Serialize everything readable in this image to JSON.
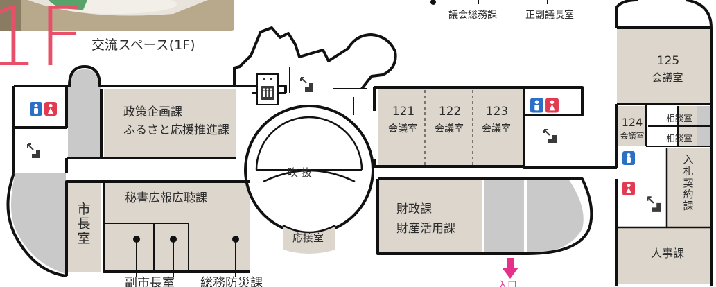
{
  "floor_label": "1F",
  "photo_caption": "交流スペース(1F)",
  "outside_labels": {
    "council_affairs": "議会総務課",
    "vice_speaker": "正副議長室",
    "deputy_mayor": "副市長室",
    "general_affairs": "総務防災課",
    "arrow_label": "入口"
  },
  "rooms": {
    "policy_line1": "政策企画課",
    "policy_line2": "ふるさと応援推進課",
    "secretary": "秘書広報広聴課",
    "mayor": "市長室",
    "atrium": "吹 抜",
    "reception": "応接室",
    "finance_line1": "財政課",
    "finance_line2": "財産活用課",
    "mtg121_num": "121",
    "mtg122_num": "122",
    "mtg123_num": "123",
    "mtg124_num": "124",
    "mtg125_num": "125",
    "meeting_room": "会議室",
    "consult1": "相談室",
    "consult2": "相談室",
    "bidding": "入札契約課",
    "personnel": "人事課"
  },
  "colors": {
    "room_fill": "#ddd6cc",
    "gray_fill": "#c9c9c9",
    "wall": "#111111",
    "accent": "#e8506a",
    "arrow": "#e5318a",
    "male": "#2c6fc6",
    "female": "#e23a50"
  },
  "icons": [
    "restroom-icon",
    "stairs-icon",
    "elevator-icon",
    "male-restroom-icon",
    "female-restroom-icon",
    "down-arrow-icon"
  ]
}
